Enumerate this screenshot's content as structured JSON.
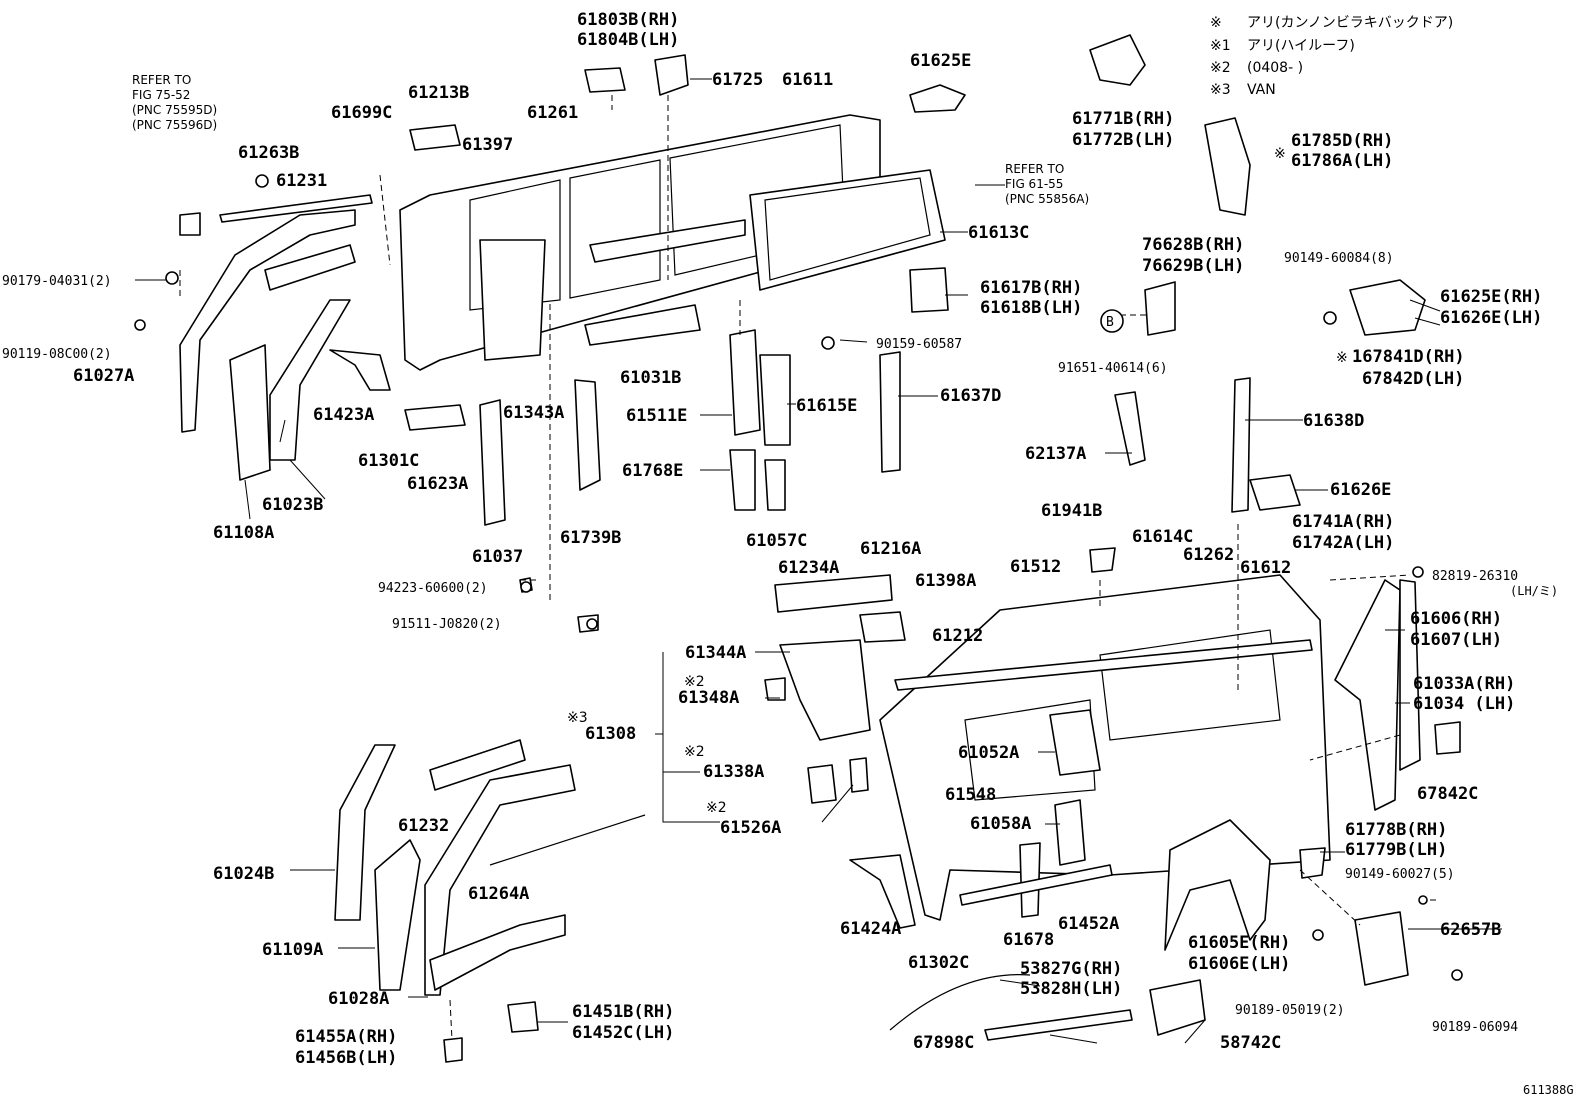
{
  "legend": [
    {
      "mark": "※",
      "text": "アリ(カンノンビラキバックドア)"
    },
    {
      "mark": "※1",
      "text": "アリ(ハイルーフ)"
    },
    {
      "mark": "※2",
      "text": "(0408-      )"
    },
    {
      "mark": "※3",
      "text": "VAN"
    }
  ],
  "refs": {
    "r1": [
      "REFER TO",
      "FIG 75-52",
      "(PNC 75595D)",
      "(PNC 75596D)"
    ],
    "r2": [
      "REFER TO",
      "FIG 61-55",
      "(PNC 55856A)"
    ]
  },
  "callouts": {
    "b_mark": "B",
    "marks": {
      "a": "※",
      "b": "※",
      "c": "※2",
      "d": "※3",
      "e": "※2",
      "f": "※2"
    }
  },
  "labels": {
    "p61803b": "61803B(RH)",
    "p61804b": "61804B(LH)",
    "p61725": "61725",
    "p61611": "61611",
    "p61625e": "61625E",
    "p61213b": "61213B",
    "p61699c": "61699C",
    "p61261": "61261",
    "p61397": "61397",
    "p61263b": "61263B",
    "p61231": "61231",
    "p90179": "90179-04031(2)",
    "p90119": "90119-08C00(2)",
    "p61027a": "61027A",
    "p61423a": "61423A",
    "p61343a": "61343A",
    "p61301c": "61301C",
    "p61623a": "61623A",
    "p61023b": "61023B",
    "p61108a": "61108A",
    "p61037": "61037",
    "p61739b": "61739B",
    "p61771b": "61771B(RH)",
    "p61772b": "61772B(LH)",
    "p61785d": "61785D(RH)",
    "p61786a": "61786A(LH)",
    "p61613c": "61613C",
    "p76628b": "76628B(RH)",
    "p76629b": "76629B(LH)",
    "p90149_84": "90149-60084(8)",
    "p61625e_rh": "61625E(RH)",
    "p61626e_lh": "61626E(LH)",
    "p61617b": "61617B(RH)",
    "p61618b": "61618B(LH)",
    "p90159": "90159-60587",
    "p91651": "91651-40614(6)",
    "p167841d": "167841D(RH)",
    "p67842d": "67842D(LH)",
    "p61031b": "61031B",
    "p61511e": "61511E",
    "p61615e": "61615E",
    "p61637d": "61637D",
    "p61768e": "61768E",
    "p61057c": "61057C",
    "p62137a": "62137A",
    "p61638d": "61638D",
    "p61626e": "61626E",
    "p61941b": "61941B",
    "p61614c": "61614C",
    "p61262": "61262",
    "p61741a": "61741A(RH)",
    "p61742a": "61742A(LH)",
    "p82819": "82819-26310",
    "p82819b": "(LH/ミ)",
    "p61216a": "61216A",
    "p61234a": "61234A",
    "p61398a": "61398A",
    "p61512": "61512",
    "p61612": "61612",
    "p61606": "61606(RH)",
    "p61607": "61607(LH)",
    "p94223": "94223-60600(2)",
    "p91511": "91511-J0820(2)",
    "p61344a": "61344A",
    "p61348a": "61348A",
    "p61308": "61308",
    "p61338a": "61338A",
    "p61526a": "61526A",
    "p61212": "61212",
    "p61033a": "61033A(RH)",
    "p61034": "61034 (LH)",
    "p61052a": "61052A",
    "p67842c": "67842C",
    "p61548": "61548",
    "p61058a": "61058A",
    "p61778b": "61778B(RH)",
    "p61779b": "61779B(LH)",
    "p90149_27": "90149-60027(5)",
    "p61232": "61232",
    "p61024b": "61024B",
    "p61264a": "61264A",
    "p61109a": "61109A",
    "p61028a": "61028A",
    "p61451b": "61451B(RH)",
    "p61452c": "61452C(LH)",
    "p61455a": "61455A(RH)",
    "p61456b": "61456B(LH)",
    "p61424a": "61424A",
    "p61302c": "61302C",
    "p61678": "61678",
    "p61452a": "61452A",
    "p61605e": "61605E(RH)",
    "p61606e": "61606E(LH)",
    "p62657b": "62657B",
    "p53827g": "53827G(RH)",
    "p53828h": "53828H(LH)",
    "p90189_05": "90189-05019(2)",
    "p90189_06": "90189-06094",
    "p67898c": "67898C",
    "p58742c": "58742C"
  },
  "figure_id": "611388G"
}
